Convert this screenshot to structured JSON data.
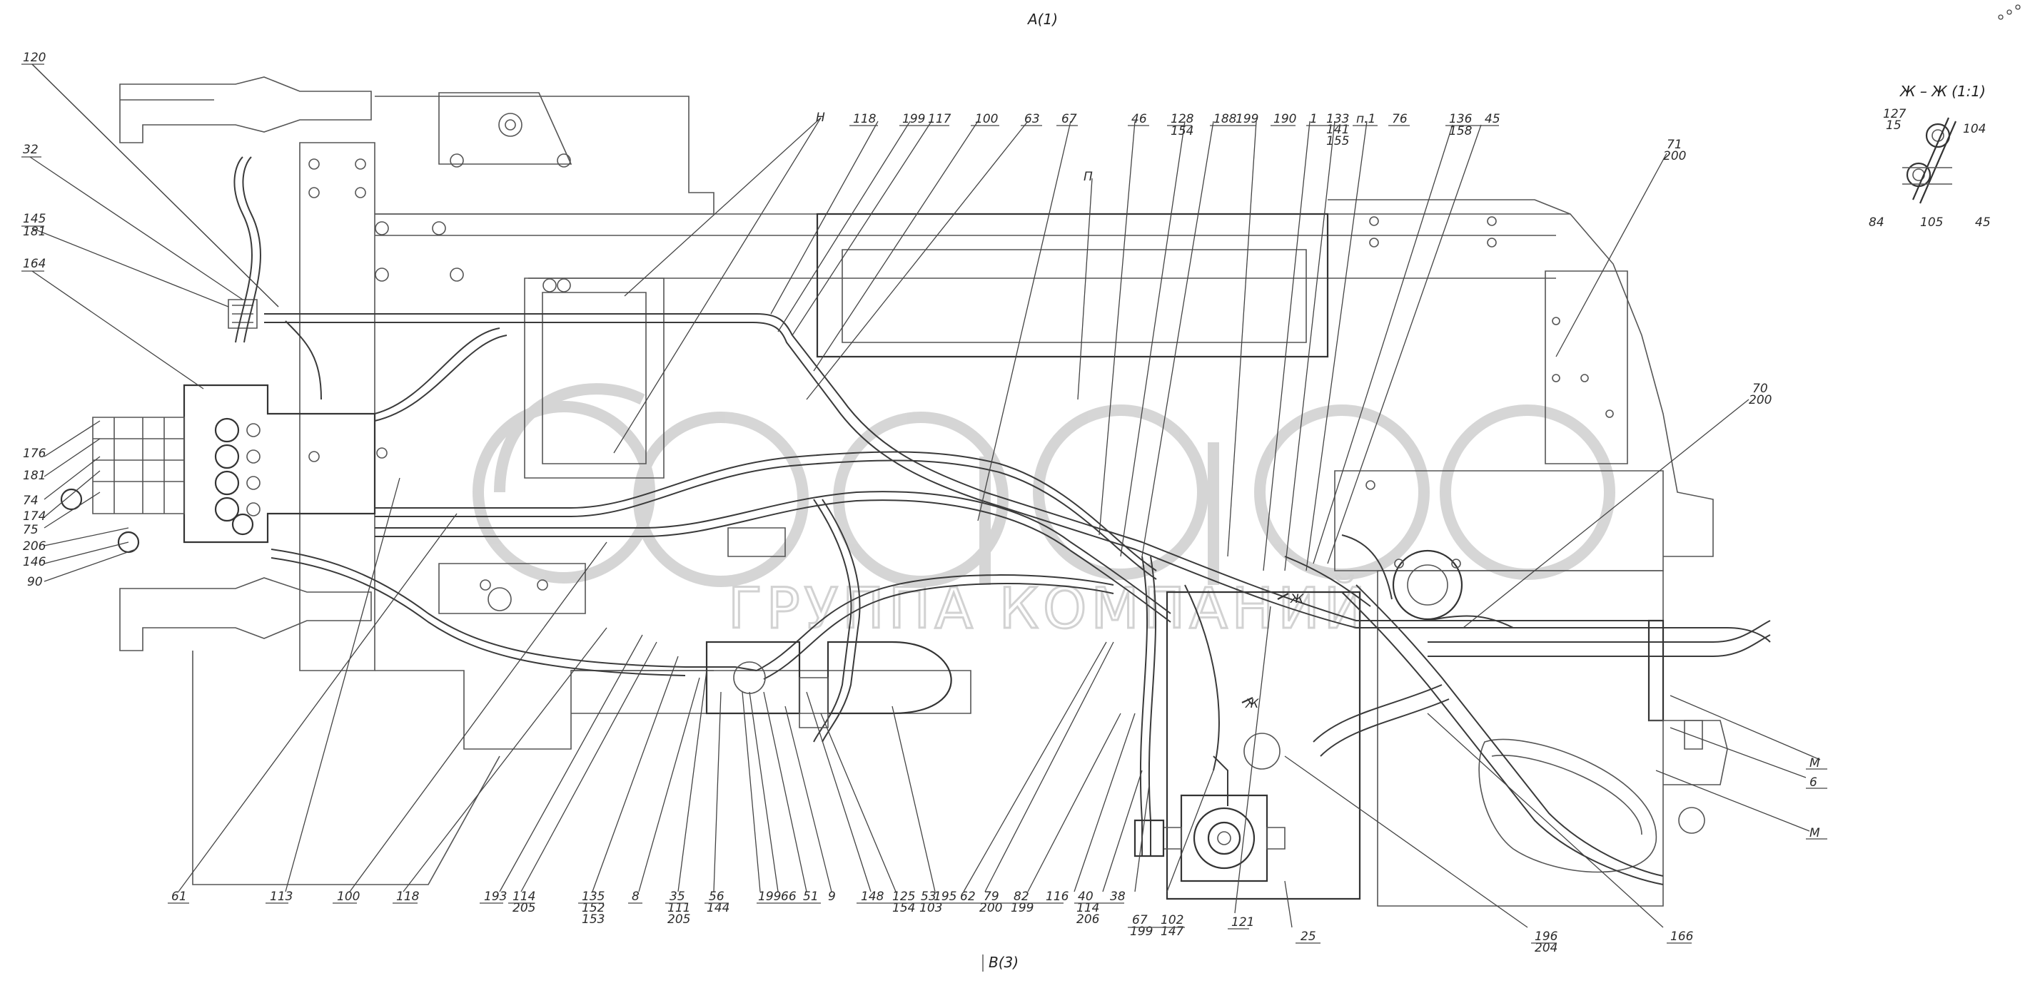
{
  "title_top": "А(1)",
  "title_bottom": "В(3)",
  "section_title": "Ж – Ж  (1:1)",
  "watermark_text": "ГРУППА КОМПАНИЙ",
  "section_mark": "Ж",
  "view_mark_n": "Н",
  "view_mark_p": "П",
  "labels": {
    "l120": "120",
    "l32": "32",
    "l145": "145",
    "l181": "181",
    "l164": "164",
    "l176": "176",
    "l181b": "181",
    "l74": "74",
    "l174": "174",
    "l75": "75",
    "l206": "206",
    "l146": "146",
    "l90": "90",
    "lN": "Н",
    "l118": "118",
    "l199": "199",
    "l117": "117",
    "l100": "100",
    "l63": "63",
    "l67": "67",
    "l46": "46",
    "l128": "128",
    "l154": "154",
    "l188": "188",
    "l199b": "199",
    "l190": "190",
    "l1": "1",
    "l133": "133",
    "l141": "141",
    "l155": "155",
    "lp1": "п.1",
    "l76": "76",
    "l136": "136",
    "l158": "158",
    "l45": "45",
    "l71": "71",
    "l200": "200",
    "l70": "70",
    "l200b": "200",
    "lP": "П",
    "l127": "127",
    "l15": "15",
    "l104": "104",
    "l84": "84",
    "l105": "105",
    "l45b": "45",
    "lM1": "М",
    "l6": "6",
    "lM2": "М",
    "l166": "166",
    "l196": "196",
    "l204": "204",
    "l25": "25",
    "l121": "121",
    "l102": "102",
    "l147": "147",
    "l67b": "67",
    "l199c": "199",
    "l38": "38",
    "l40": "40",
    "l114": "114",
    "l206b": "206",
    "l116": "116",
    "l82": "82",
    "l199d": "199",
    "l79": "79",
    "l200c": "200",
    "l62": "62",
    "l195": "195",
    "l53": "53",
    "l103": "103",
    "l125": "125",
    "l154b": "154",
    "l148": "148",
    "l9": "9",
    "l51": "51",
    "l66": "66",
    "l199e": "199",
    "l56": "56",
    "l144": "144",
    "l35": "35",
    "l111": "111",
    "l205": "205",
    "l8": "8",
    "l135": "135",
    "l152": "152",
    "l153": "153",
    "l114b": "114",
    "l205b": "205",
    "l193": "193",
    "l118b": "118",
    "l100b": "100",
    "l113": "113",
    "l61": "61",
    "lZh1": "Ж",
    "lZh2": "Ж"
  }
}
